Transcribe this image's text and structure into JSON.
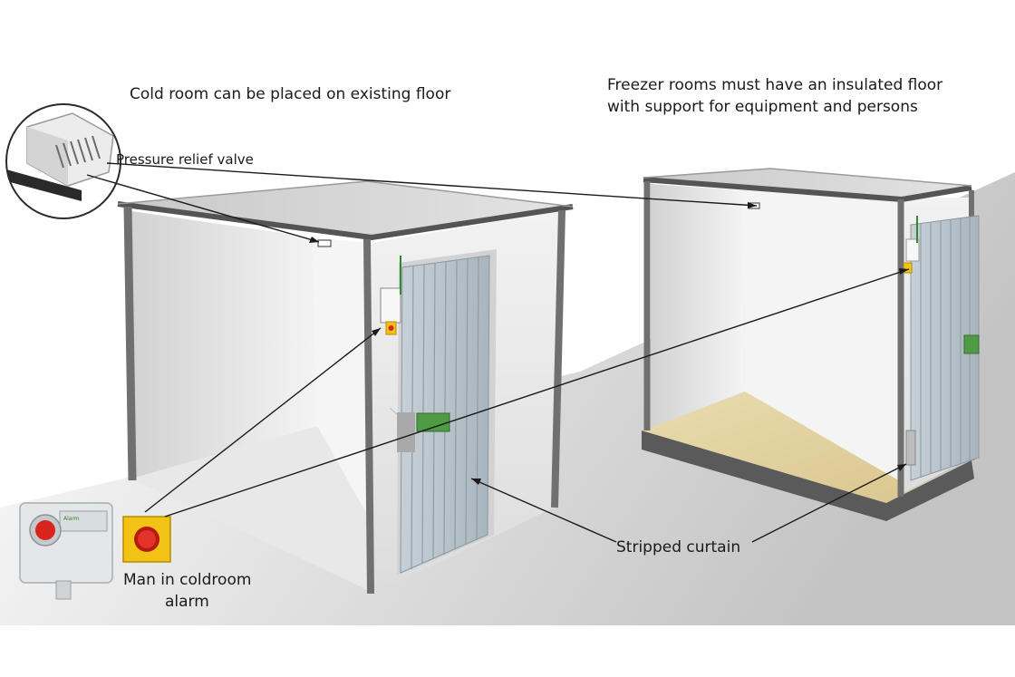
{
  "labels": {
    "cold_room_floor": "Cold room can be placed on existing floor",
    "freezer_floor_line1": "Freezer rooms must have an insulated floor",
    "freezer_floor_line2": "with support for equipment and persons",
    "pressure_relief_valve": "Pressure relief valve",
    "stripped_curtain": "Stripped curtain",
    "alarm_line1": "Man in coldroom",
    "alarm_line2": "alarm"
  },
  "colors": {
    "wall_light": "#efefef",
    "wall_shadow": "#bfbfbf",
    "frame": "#6f6f6f",
    "roof_edge": "#545454",
    "floor_wood": "#e6d6a6",
    "curtain": "#b9c4cc",
    "alarm_red": "#d8241c",
    "alarm_yellow": "#f2c314",
    "handle_green": "#4f9a45",
    "cable_green": "#2e8b2e"
  }
}
